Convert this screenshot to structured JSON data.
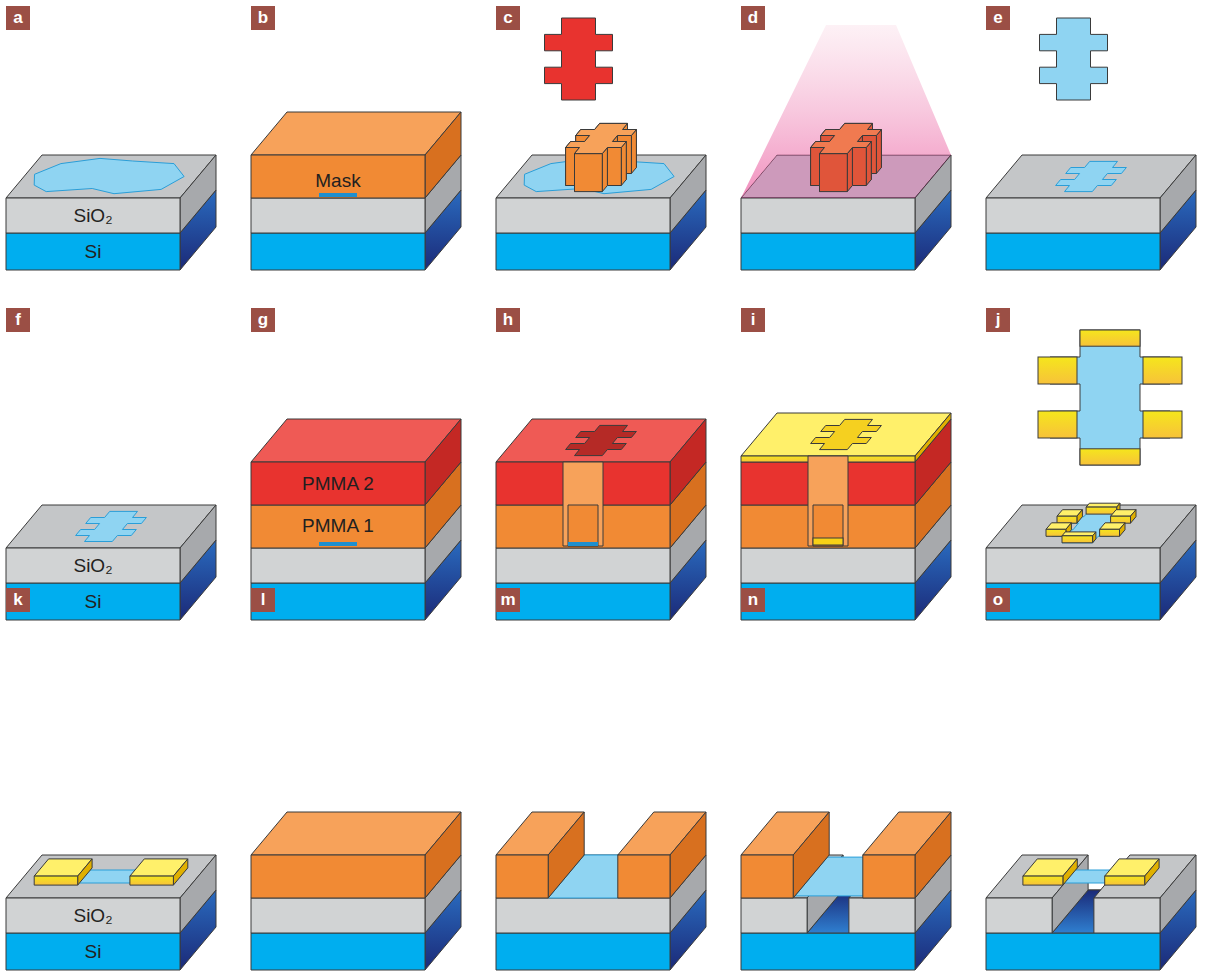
{
  "diagram": {
    "labels": [
      "a",
      "SiO₂",
      "Si",
      "b",
      "Mask",
      "c",
      "d",
      "e",
      "f",
      "SiO₂",
      "Si",
      "g",
      "PMMA 2",
      "PMMA 1",
      "h",
      "i",
      "j",
      "k",
      "SiO₂",
      "Si",
      "l",
      "m",
      "n",
      "o"
    ]
  }
}
